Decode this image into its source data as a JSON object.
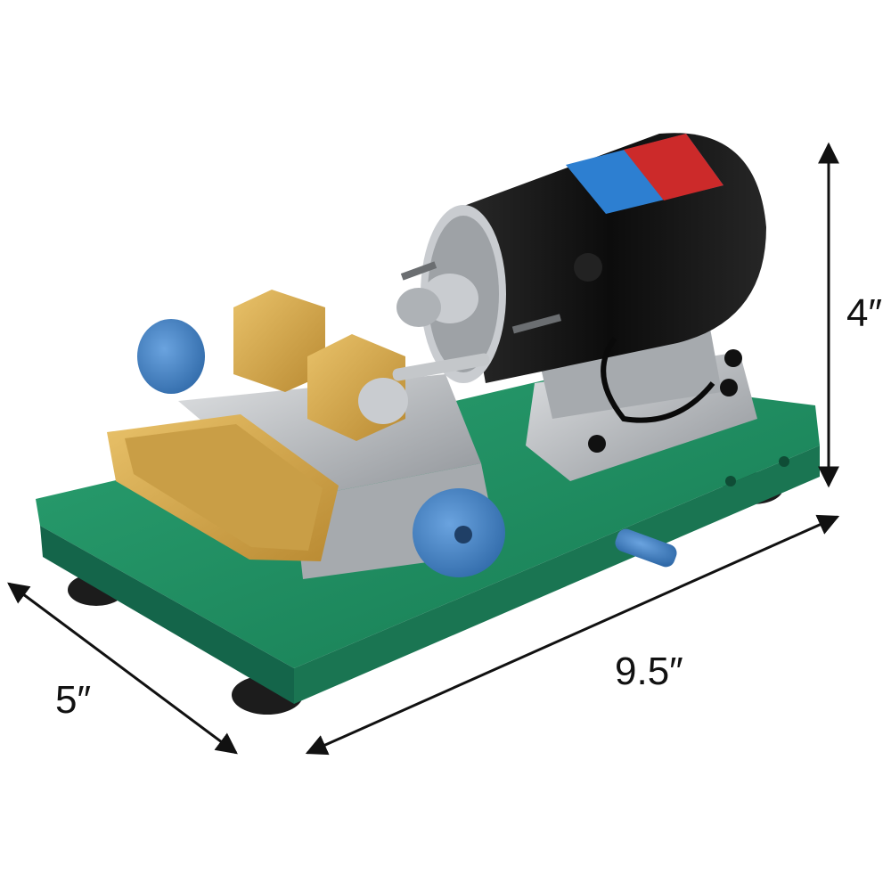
{
  "dimensions": {
    "height": "4″",
    "length": "9.5″",
    "width": "5″"
  },
  "colors": {
    "base": "#1f8a5e",
    "base_dark": "#14654a",
    "brass": "#d7a94b",
    "steel": "#b9bcbf",
    "motor": "#141414",
    "knob": "#4a86c8",
    "label_red": "#cc2a2a",
    "label_blue": "#2d7fd1",
    "arrow": "#111111"
  }
}
